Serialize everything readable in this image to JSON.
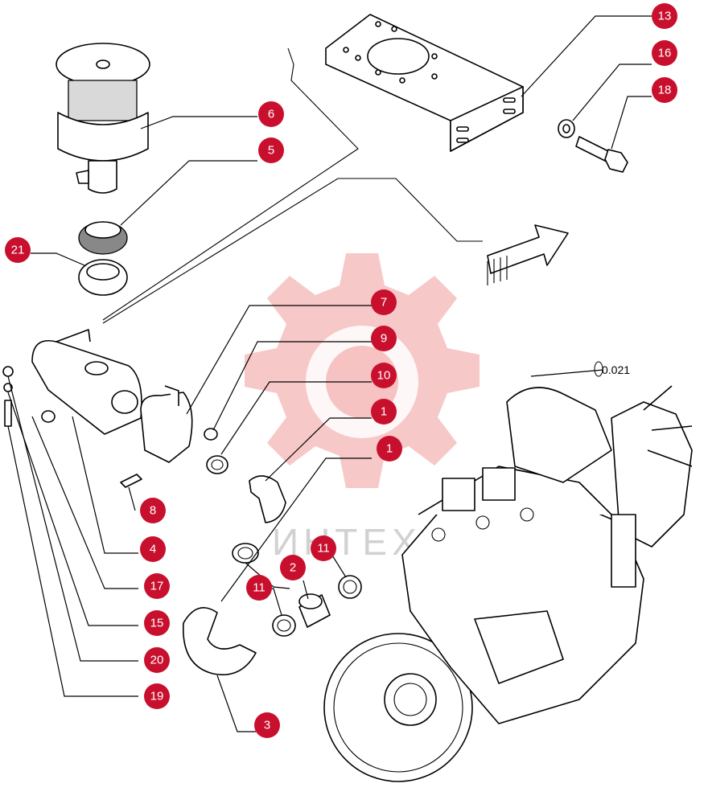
{
  "callouts": [
    {
      "id": "c13",
      "label": "13"
    },
    {
      "id": "c16",
      "label": "16"
    },
    {
      "id": "c18",
      "label": "18"
    },
    {
      "id": "c6",
      "label": "6"
    },
    {
      "id": "c5",
      "label": "5"
    },
    {
      "id": "c21",
      "label": "21"
    },
    {
      "id": "c7",
      "label": "7"
    },
    {
      "id": "c9",
      "label": "9"
    },
    {
      "id": "c10",
      "label": "10"
    },
    {
      "id": "c1a",
      "label": "1"
    },
    {
      "id": "c1b",
      "label": "1"
    },
    {
      "id": "c8",
      "label": "8"
    },
    {
      "id": "c4",
      "label": "4"
    },
    {
      "id": "c17",
      "label": "17"
    },
    {
      "id": "c15",
      "label": "15"
    },
    {
      "id": "c20",
      "label": "20"
    },
    {
      "id": "c19",
      "label": "19"
    },
    {
      "id": "c11a",
      "label": "11"
    },
    {
      "id": "c2",
      "label": "2"
    },
    {
      "id": "c11b",
      "label": "11"
    },
    {
      "id": "c3",
      "label": "3"
    }
  ],
  "reference_note": "0.021",
  "watermark_text": "ИНТЕХ",
  "accent_color": "#c8102e"
}
